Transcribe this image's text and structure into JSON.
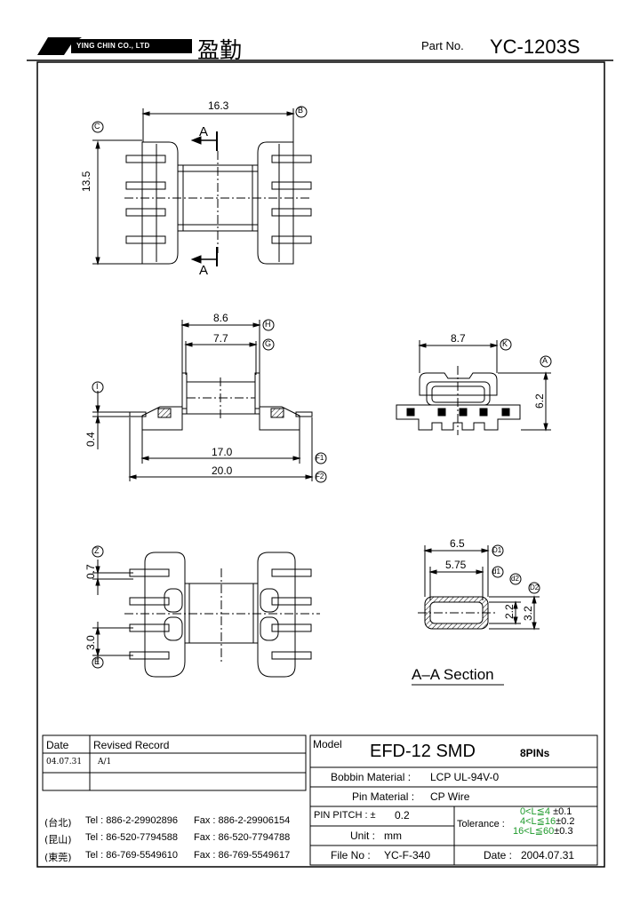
{
  "header": {
    "company": "YING CHIN CO., LTD",
    "company_cn": "盈勤",
    "part_no_label": "Part No.",
    "part_no": "YC-1203S"
  },
  "dims": {
    "top_width": "16.3",
    "top_width_ref": "B",
    "top_height": "13.5",
    "top_height_ref": "C",
    "section_mark": "A",
    "side_86": "8.6",
    "side_86_ref": "H",
    "side_77": "7.7",
    "side_77_ref": "G",
    "side_left_ref": "I",
    "side_04": "0.4",
    "side_170": "17.0",
    "side_170_ref": "F1",
    "side_200": "20.0",
    "side_200_ref": "F2",
    "end_87": "8.7",
    "end_87_ref": "K",
    "end_62": "6.2",
    "end_62_ref": "A",
    "bot_07": "0.7",
    "bot_07_ref": "Z",
    "bot_30": "3.0",
    "bot_30_ref": "E",
    "sec_65": "6.5",
    "sec_65_ref": "D1",
    "sec_575": "5.75",
    "sec_575_ref": "d1",
    "sec_22": "2.2",
    "sec_22_ref": "d2",
    "sec_32": "3.2",
    "sec_32_ref": "D2",
    "section_title": "A–A Section"
  },
  "record": {
    "col_date": "Date",
    "col_record": "Revised Record",
    "rows": [
      {
        "date": "04.07.31",
        "record": "A/1"
      }
    ]
  },
  "contacts": [
    {
      "loc": "(台北)",
      "tel": "Tel : 886-2-29902896",
      "fax": "Fax : 886-2-29906154"
    },
    {
      "loc": "(昆山)",
      "tel": "Tel : 86-520-7794588",
      "fax": "Fax : 86-520-7794788"
    },
    {
      "loc": "(東莞)",
      "tel": "Tel : 86-769-5549610",
      "fax": "Fax : 86-769-5549617"
    }
  ],
  "spec": {
    "model_label": "Model",
    "model": "EFD-12 SMD",
    "pins": "8PINs",
    "bobbin_label": "Bobbin  Material :",
    "bobbin": "LCP UL-94V-0",
    "pin_label": "Pin  Material :",
    "pin": "CP Wire",
    "pitch_label": "PIN  PITCH : ±",
    "pitch": "0.2",
    "unit_label": "Unit :",
    "unit": "mm",
    "file_label": "File  No :",
    "file": "YC-F-340",
    "date_label": "Date :",
    "date": "2004.07.31",
    "tol_label": "Tolerance :",
    "tol1_pre": "0<L≦",
    "tol1_val": "4",
    "tol1_tol": "±0.1",
    "tol2_pre": "4<L≦",
    "tol2_val": "16",
    "tol2_tol": "±0.2",
    "tol3_pre": "16<L≦",
    "tol3_val": "60",
    "tol3_tol": "±0.3"
  }
}
